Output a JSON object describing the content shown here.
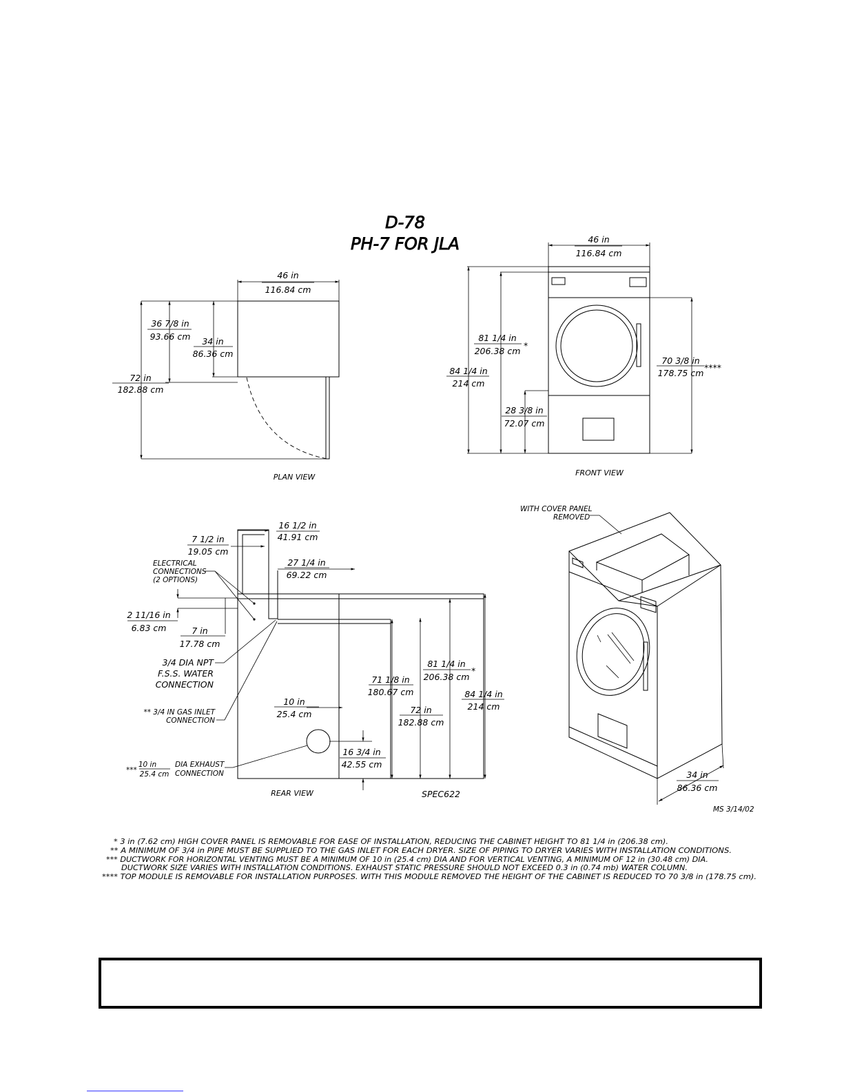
{
  "title": {
    "line1": "D-78",
    "line2": "PH-7 FOR JLA"
  },
  "views": {
    "plan": {
      "name": "PLAN VIEW",
      "width": [
        "46 in",
        "116.84 cm"
      ],
      "depth_total": [
        "72 in",
        "182.88 cm"
      ],
      "depth_top": [
        "36 7/8 in",
        "93.66 cm"
      ],
      "depth_cabinet": [
        "34 in",
        "86.36 cm"
      ]
    },
    "front": {
      "name": "FRONT VIEW",
      "width": [
        "46 in",
        "116.84 cm"
      ],
      "height_total": [
        "84 1/4 in",
        "214 cm"
      ],
      "height_cabinet": [
        "81 1/4 in",
        "206.38 cm"
      ],
      "height_cabinet_mark": "*",
      "height_module": [
        "70 3/8 in",
        "178.75 cm"
      ],
      "height_module_mark": "****",
      "door_height": [
        "28 3/8 in",
        "72.07 cm"
      ]
    },
    "rear": {
      "name": "REAR VIEW",
      "spec": "SPEC622",
      "dim_16_1_2": [
        "16 1/2 in",
        "41.91 cm"
      ],
      "dim_7_1_2": [
        "7 1/2 in",
        "19.05 cm"
      ],
      "dim_27_1_4": [
        "27 1/4 in",
        "69.22 cm"
      ],
      "dim_2_11_16": [
        "2 11/16 in",
        "6.83 cm"
      ],
      "dim_7": [
        "7 in",
        "17.78 cm"
      ],
      "dim_10": [
        "10 in",
        "25.4 cm"
      ],
      "dim_16_3_4": [
        "16 3/4 in",
        "42.55 cm"
      ],
      "dim_71_1_8": [
        "71 1/8 in",
        "180.67 cm"
      ],
      "dim_72": [
        "72 in",
        "182.88 cm"
      ],
      "dim_81_1_4": [
        "81 1/4 in",
        "206.38 cm"
      ],
      "dim_81_1_4_mark": "*",
      "dim_84_1_4": [
        "84 1/4 in",
        "214 cm"
      ],
      "electrical": [
        "ELECTRICAL",
        "CONNECTIONS",
        "(2 OPTIONS)"
      ],
      "water": [
        "3/4 DIA NPT",
        "F.S.S. WATER",
        "CONNECTION"
      ],
      "gas": [
        "** 3/4 IN GAS INLET",
        "CONNECTION"
      ],
      "exhaust_mark": "***",
      "exhaust_dim": [
        "10 in",
        "25.4 cm"
      ],
      "exhaust": [
        "DIA EXHAUST",
        "CONNECTION"
      ]
    },
    "iso": {
      "cover_note": [
        "WITH COVER PANEL",
        "REMOVED"
      ],
      "depth": [
        "34 in",
        "86.36 cm"
      ],
      "drawn_by": "MS 3/14/02"
    }
  },
  "footnotes": [
    "*  3 in (7.62 cm) HIGH COVER PANEL IS REMOVABLE FOR EASE OF INSTALLATION, REDUCING THE CABINET HEIGHT TO 81 1/4 in (206.38 cm).",
    "**  A MINIMUM OF 3/4 in PIPE MUST BE SUPPLIED TO THE GAS INLET FOR EACH DRYER. SIZE OF PIPING TO DRYER VARIES WITH INSTALLATION CONDITIONS.",
    "***  DUCTWORK FOR HORIZONTAL VENTING MUST BE A MINIMUM OF 10 in (25.4 cm) DIA AND FOR VERTICAL VENTING, A MINIMUM OF 12 in (30.48 cm) DIA.",
    "DUCTWORK SIZE VARIES WITH INSTALLATION CONDITIONS. EXHAUST STATIC PRESSURE SHOULD NOT EXCEED 0.3 in (0.74 mb) WATER COLUMN.",
    "****  TOP MODULE IS REMOVABLE FOR INSTALLATION PURPOSES. WITH THIS MODULE REMOVED THE HEIGHT OF THE CABINET IS REDUCED TO 70 3/8 in (178.75 cm)."
  ]
}
